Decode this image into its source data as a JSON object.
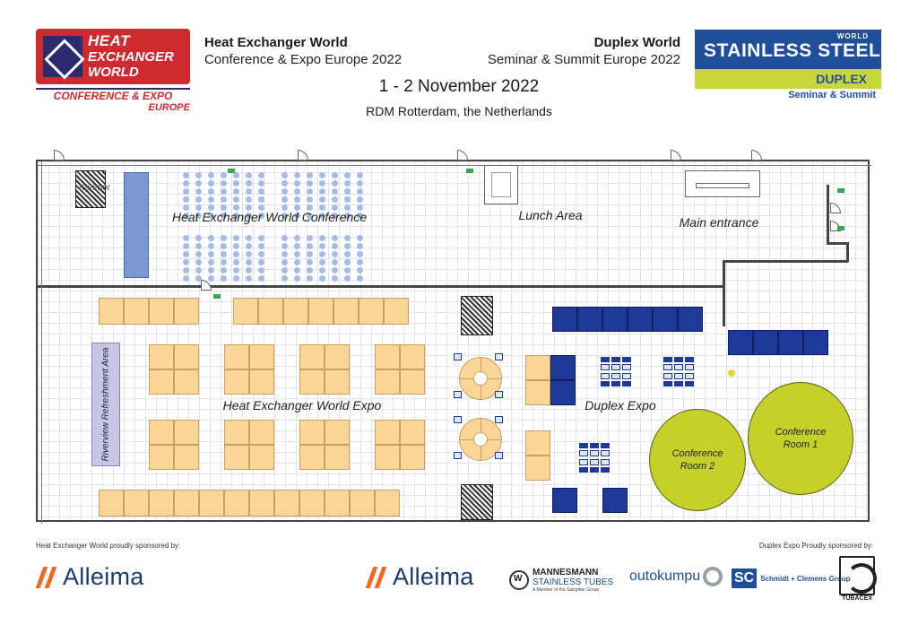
{
  "header": {
    "hxw_logo": {
      "line1": "HEAT",
      "line2": "EXCHANGER",
      "line3": "WORLD",
      "band": "CONFERENCE & EXPO",
      "region": "EUROPE"
    },
    "left_event": {
      "title": "Heat Exchanger World",
      "subtitle": "Conference & Expo Europe 2022"
    },
    "right_event": {
      "title": "Duplex World",
      "subtitle": "Seminar & Summit Europe 2022"
    },
    "date": "1 - 2 November 2022",
    "venue": "RDM Rotterdam, the Netherlands",
    "ssw_logo": {
      "world": "WORLD",
      "name": "STAINLESS STEEL",
      "duplex": "DUPLEX",
      "seminar": "Seminar & Summit"
    }
  },
  "floorplan": {
    "labels": {
      "kantoor": "Kantoor",
      "hxw_conference": "Heat Exchanger World Conference",
      "lunch_area": "Lunch Area",
      "main_entrance": "Main entrance",
      "riverview": "Riverview Refreshment Area",
      "hxw_expo": "Heat Exchanger World Expo",
      "duplex_expo": "Duplex Expo",
      "conference_room_1": "Conference Room 1",
      "conference_room_2": "Conference Room 2"
    }
  },
  "sponsors": {
    "left_label": "Heat Exchanger World proudly sponsored by:",
    "right_label": "Duplex Expo Proudly sponsored by:",
    "alleima": "Alleima",
    "mannesmann": {
      "line1": "MANNESMANN",
      "line2": "STAINLESS TUBES",
      "line3": "A Member of the Salzgitter Group"
    },
    "outokumpu": "outokumpu",
    "schmidt": {
      "mark": "SC",
      "name": "Schmidt + Clemens Group"
    },
    "tubacex": "TUBACEX"
  }
}
